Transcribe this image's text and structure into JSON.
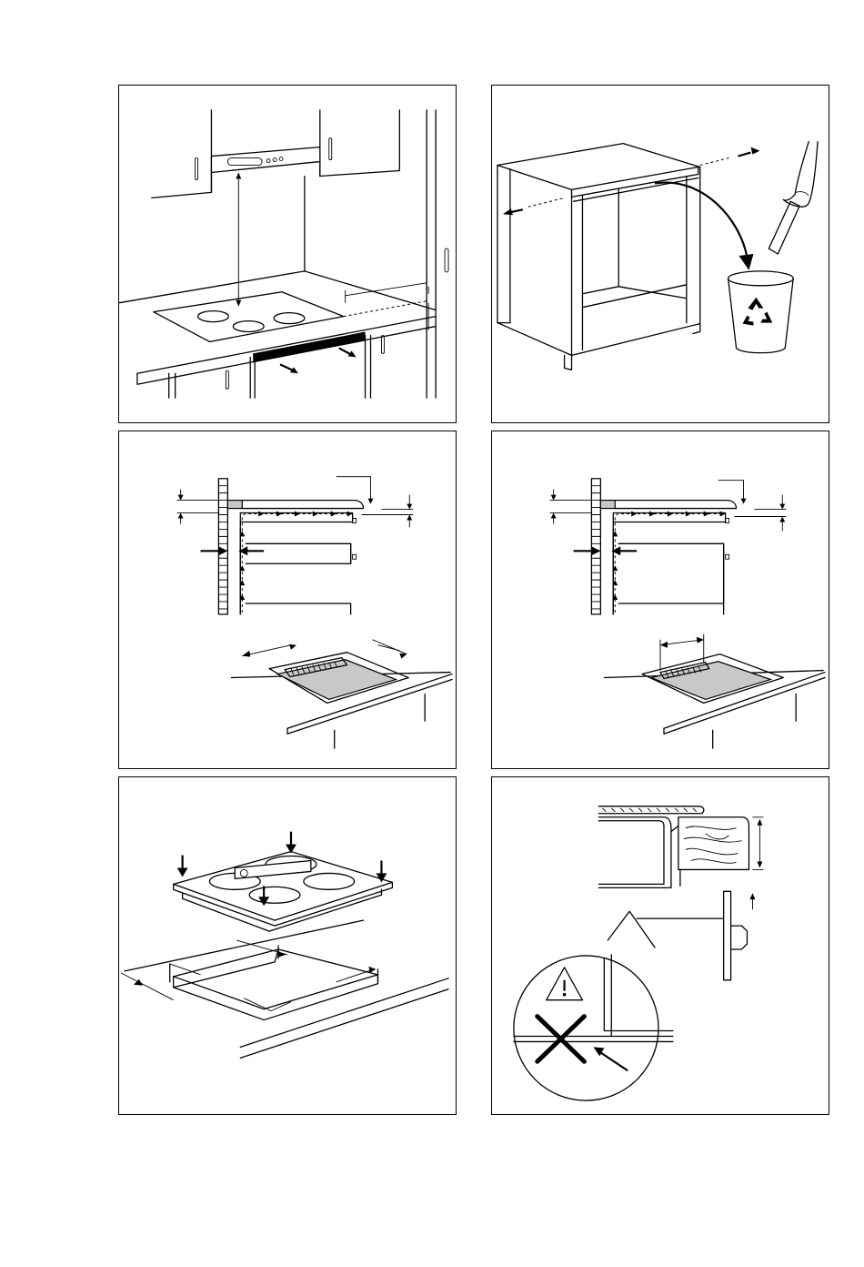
{
  "page": {
    "panels": [
      {
        "id": "p1",
        "name": "hob-under-hood-clearance"
      },
      {
        "id": "p2",
        "name": "remove-cabinet-crossbar"
      },
      {
        "id": "p3",
        "name": "ventilation-with-drawer"
      },
      {
        "id": "p4",
        "name": "ventilation-with-oven"
      },
      {
        "id": "p5",
        "name": "install-hob-into-cutout"
      },
      {
        "id": "p6",
        "name": "worktop-edge-warning"
      }
    ]
  },
  "icons": {
    "recycle": "recycle-icon",
    "warning": "warning-triangle-icon",
    "forbidden": "forbidden-cross-icon"
  }
}
